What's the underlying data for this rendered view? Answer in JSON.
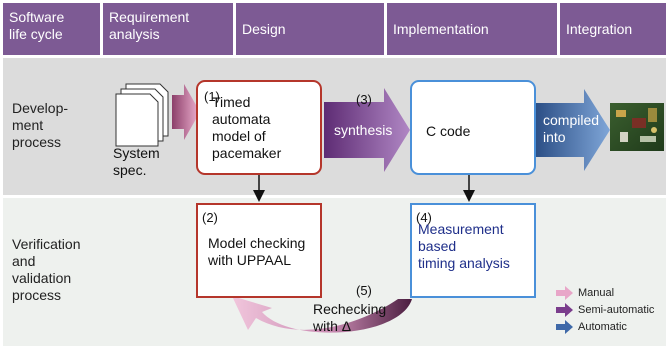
{
  "header": {
    "col1": [
      "Software",
      "life cycle"
    ],
    "col2": [
      "Requirement",
      "analysis"
    ],
    "col3": "Design",
    "col4": "Implementation",
    "col5": "Integration"
  },
  "rows": {
    "development": [
      "Develop-",
      "ment",
      "process"
    ],
    "verification": [
      "Verification",
      "and",
      "validation",
      "process"
    ]
  },
  "boxes": {
    "spec": [
      "System",
      "spec."
    ],
    "model": {
      "num": "(1)",
      "lines": [
        "Timed",
        "automata",
        "model of",
        "pacemaker"
      ]
    },
    "code": {
      "num": "(3)",
      "label": "synthesis",
      "text": "C code"
    },
    "compile": [
      "compiled",
      "into"
    ],
    "check": {
      "num": "(2)",
      "lines": [
        "Model checking",
        "with UPPAAL"
      ]
    },
    "timing": {
      "num": "(4)",
      "lines": [
        "Measurement",
        "based",
        "timing analysis"
      ]
    },
    "recheck": {
      "num": "(5)",
      "lines": [
        "Rechecking",
        "with Δ"
      ]
    }
  },
  "legend": [
    {
      "label": "Manual",
      "color": "#e8a6c8"
    },
    {
      "label": "Semi-automatic",
      "color": "#7a3d8c"
    },
    {
      "label": "Automatic",
      "color": "#3f69a8"
    }
  ],
  "colors": {
    "header": "#7d5a94",
    "model_border": "#b5362b",
    "code_border": "#4a90d9"
  }
}
